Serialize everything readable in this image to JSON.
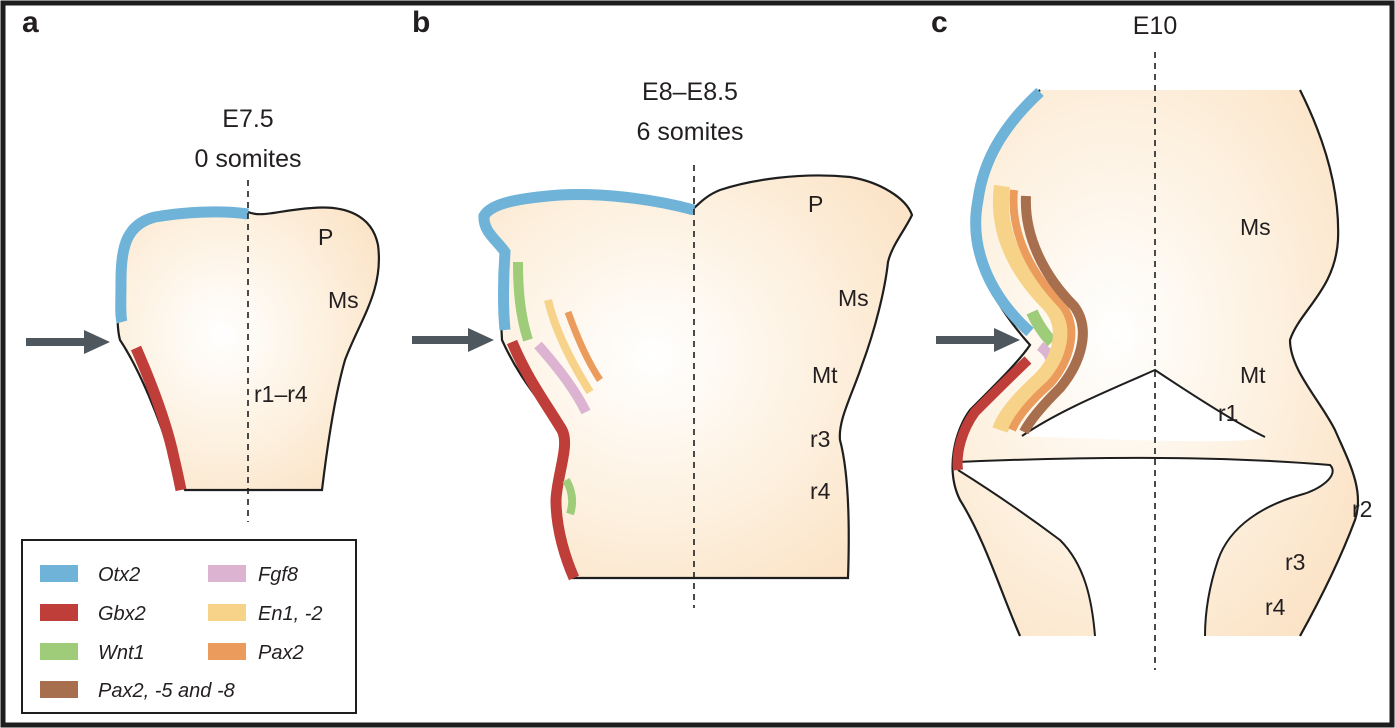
{
  "panels": {
    "a": {
      "letter": "a",
      "stage_line1": "E7.5",
      "stage_line2": "0 somites",
      "regions": [
        "P",
        "Ms",
        "r1–r4"
      ]
    },
    "b": {
      "letter": "b",
      "stage_line1": "E8–E8.5",
      "stage_line2": "6 somites",
      "regions": [
        "P",
        "Ms",
        "Mt",
        "r3",
        "r4"
      ]
    },
    "c": {
      "letter": "c",
      "stage_line1": "E10",
      "regions": [
        "Ms",
        "Mt",
        "r1",
        "r2",
        "r3",
        "r4"
      ]
    }
  },
  "legend": [
    {
      "label": "Otx2",
      "color": "#6fb3d9"
    },
    {
      "label": "Fgf8",
      "color": "#dcb3d0"
    },
    {
      "label": "Gbx2",
      "color": "#bf3e3a"
    },
    {
      "label": "En1, -2",
      "color": "#f7d389"
    },
    {
      "label": "Wnt1",
      "color": "#9fcc79"
    },
    {
      "label": "Pax2",
      "color": "#eb9c5c"
    },
    {
      "label": "Pax2, -5 and -8",
      "color": "#a86f4e"
    }
  ],
  "colors": {
    "tissue": "#fdecd6",
    "arrow": "#4d575d",
    "outline": "#1e1e1e"
  }
}
